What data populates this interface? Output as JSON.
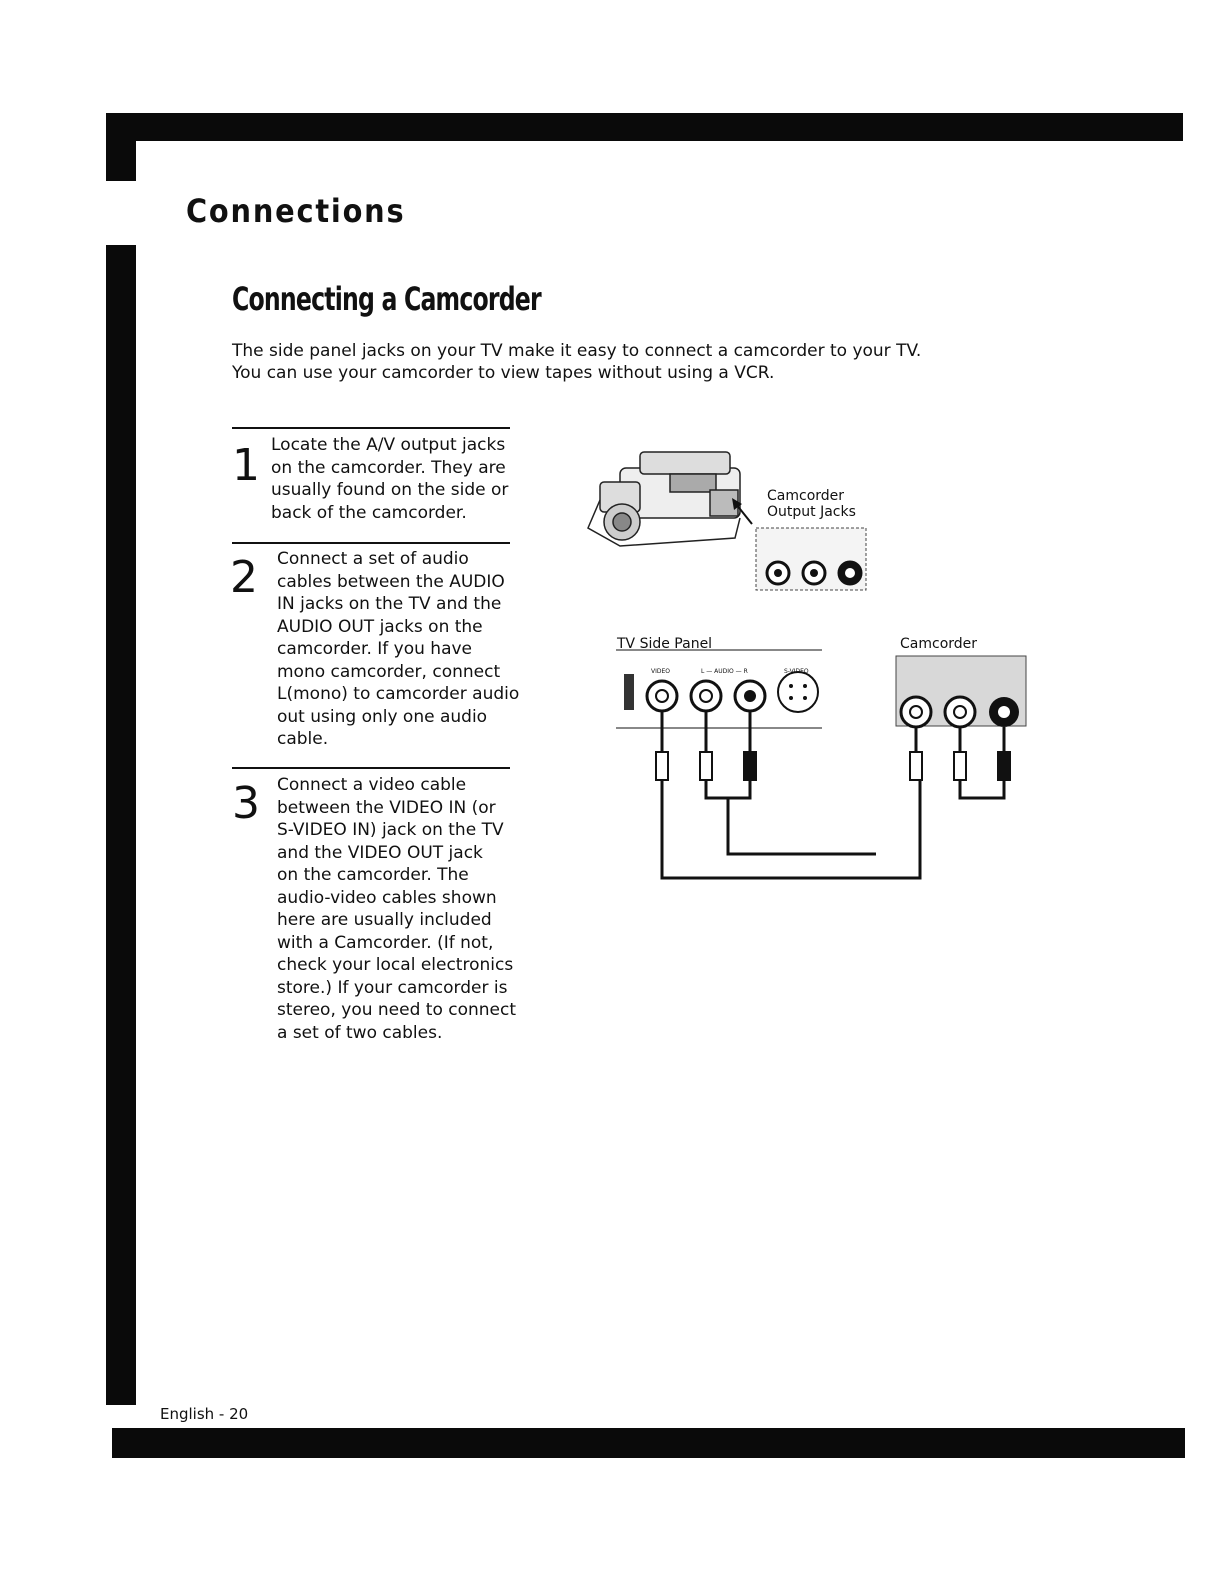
{
  "header": {
    "section_title": "Connections"
  },
  "page": {
    "title": "Connecting a Camcorder",
    "intro_line1": "The side panel jacks on your TV make it easy to connect a camcorder to your TV.",
    "intro_line2": "You can use your camcorder to view tapes without using a VCR."
  },
  "steps": [
    {
      "number": "1",
      "lines": [
        "Locate the A/V output jacks",
        "on the camcorder. They are",
        "usually found on the side or",
        "back of the camcorder."
      ]
    },
    {
      "number": "2",
      "lines": [
        "Connect a set of audio",
        "cables between the AUDIO",
        "IN jacks on the TV and the",
        "AUDIO OUT jacks on the",
        "camcorder. If you have",
        "mono camcorder, connect",
        "L(mono) to camcorder audio",
        "out using only one audio",
        "cable."
      ]
    },
    {
      "number": "3",
      "lines": [
        "Connect a video cable",
        "between the VIDEO IN (or",
        "S-VIDEO IN) jack on the TV",
        "and the VIDEO OUT jack",
        "on the camcorder. The",
        "audio-video cables shown",
        "here are usually included",
        "with a Camcorder. (If not,",
        "check your local electronics",
        "store.) If your camcorder is",
        "stereo, you need to connect",
        "a set of two cables."
      ]
    }
  ],
  "diagram": {
    "camcorder_jacks_label_1": "Camcorder",
    "camcorder_jacks_label_2": "Output Jacks",
    "tv_side_panel_label": "TV Side Panel",
    "camcorder_label": "Camcorder",
    "jack_video": "VIDEO",
    "jack_audio": "L — AUDIO — R",
    "jack_svideo": "S-VIDEO"
  },
  "footer": {
    "page_number": "English - 20"
  }
}
